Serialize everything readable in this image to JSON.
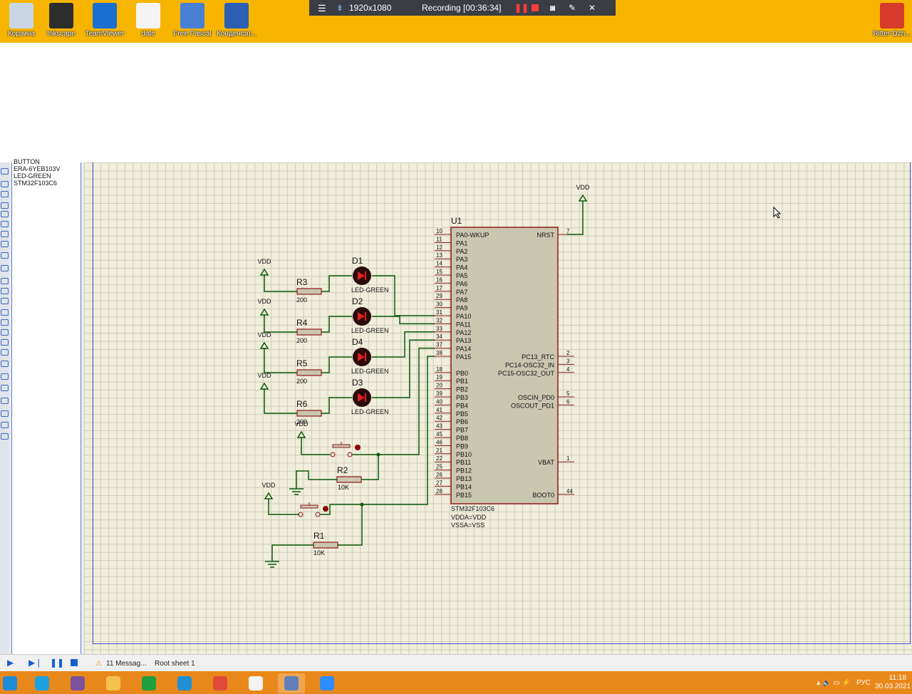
{
  "desktop": {
    "icons": [
      {
        "label": "Корзина",
        "icon": "recycle-bin-icon",
        "color": "#c9d6e4"
      },
      {
        "label": "Inkscape",
        "icon": "inkscape-icon",
        "color": "#2d2d2d"
      },
      {
        "label": "TeamViewer",
        "icon": "teamviewer-icon",
        "color": "#1a6fd1"
      },
      {
        "label": "date",
        "icon": "file-icon",
        "color": "#f4f4f4"
      },
      {
        "label": "Free Pascal",
        "icon": "freepascal-icon",
        "color": "#4a7fd6"
      },
      {
        "label": "Конденсат...",
        "icon": "word-doc-icon",
        "color": "#2b5fb4"
      },
      {
        "label": "Ritter-Dzh...",
        "icon": "pdf-icon",
        "color": "#d63a2a"
      }
    ]
  },
  "recorder": {
    "resolution": "1920x1080",
    "status": "Recording [00:36:34]",
    "icons": [
      "menu-icon",
      "pin-icon",
      "pause-icon",
      "stop-icon",
      "camera-icon",
      "pen-icon",
      "close-icon"
    ]
  },
  "device_list": [
    "BUTTON",
    "ERA-6YEB103V",
    "LED-GREEN",
    "STM32F103C6"
  ],
  "schematic": {
    "mcu": {
      "ref": "U1",
      "part": "STM32F103C6",
      "notes": [
        "VDDA=VDD",
        "VSSA=VSS"
      ],
      "left_pins": [
        {
          "num": "10",
          "name": "PA0-WKUP"
        },
        {
          "num": "11",
          "name": "PA1"
        },
        {
          "num": "12",
          "name": "PA2"
        },
        {
          "num": "13",
          "name": "PA3"
        },
        {
          "num": "14",
          "name": "PA4"
        },
        {
          "num": "15",
          "name": "PA5"
        },
        {
          "num": "16",
          "name": "PA6"
        },
        {
          "num": "17",
          "name": "PA7"
        },
        {
          "num": "29",
          "name": "PA8"
        },
        {
          "num": "30",
          "name": "PA9"
        },
        {
          "num": "31",
          "name": "PA10"
        },
        {
          "num": "32",
          "name": "PA11"
        },
        {
          "num": "33",
          "name": "PA12"
        },
        {
          "num": "34",
          "name": "PA13"
        },
        {
          "num": "37",
          "name": "PA14"
        },
        {
          "num": "38",
          "name": "PA15"
        },
        {
          "num": "",
          "name": ""
        },
        {
          "num": "18",
          "name": "PB0"
        },
        {
          "num": "19",
          "name": "PB1"
        },
        {
          "num": "20",
          "name": "PB2"
        },
        {
          "num": "39",
          "name": "PB3"
        },
        {
          "num": "40",
          "name": "PB4"
        },
        {
          "num": "41",
          "name": "PB5"
        },
        {
          "num": "42",
          "name": "PB6"
        },
        {
          "num": "43",
          "name": "PB7"
        },
        {
          "num": "45",
          "name": "PB8"
        },
        {
          "num": "46",
          "name": "PB9"
        },
        {
          "num": "21",
          "name": "PB10"
        },
        {
          "num": "22",
          "name": "PB11"
        },
        {
          "num": "25",
          "name": "PB12"
        },
        {
          "num": "26",
          "name": "PB13"
        },
        {
          "num": "27",
          "name": "PB14"
        },
        {
          "num": "28",
          "name": "PB15"
        }
      ],
      "right_pins": [
        {
          "num": "7",
          "name": "NRST",
          "row": 0
        },
        {
          "num": "2",
          "name": "PC13_RTC",
          "row": 15
        },
        {
          "num": "3",
          "name": "PC14-OSC32_IN",
          "row": 16
        },
        {
          "num": "4",
          "name": "PC15-OSC32_OUT",
          "row": 17
        },
        {
          "num": "5",
          "name": "OSCIN_PD0",
          "row": 20
        },
        {
          "num": "6",
          "name": "OSCOUT_PD1",
          "row": 21
        },
        {
          "num": "1",
          "name": "VBAT",
          "row": 28
        },
        {
          "num": "44",
          "name": "BOOT0",
          "row": 32
        }
      ]
    },
    "power_label": "VDD",
    "leds": [
      {
        "ref": "D1",
        "part": "LED-GREEN"
      },
      {
        "ref": "D2",
        "part": "LED-GREEN"
      },
      {
        "ref": "D4",
        "part": "LED-GREEN"
      },
      {
        "ref": "D3",
        "part": "LED-GREEN"
      }
    ],
    "resistors": [
      {
        "ref": "R3",
        "value": "200"
      },
      {
        "ref": "R4",
        "value": "200"
      },
      {
        "ref": "R5",
        "value": "200"
      },
      {
        "ref": "R6",
        "value": "200"
      },
      {
        "ref": "R2",
        "value": "10K"
      },
      {
        "ref": "R1",
        "value": "10K"
      }
    ]
  },
  "statusbar": {
    "messages": "11 Messag...",
    "sheet": "Root sheet 1"
  },
  "taskbar": {
    "apps": [
      "windows-start-icon",
      "internet-explorer-icon",
      "viber-icon",
      "file-explorer-icon",
      "store-icon",
      "edge-icon",
      "chrome-icon",
      "paint-app-icon",
      "proteus-icon",
      "zoom-icon"
    ],
    "language": "РУС",
    "time": "11:18",
    "date": "30.03.2021"
  }
}
